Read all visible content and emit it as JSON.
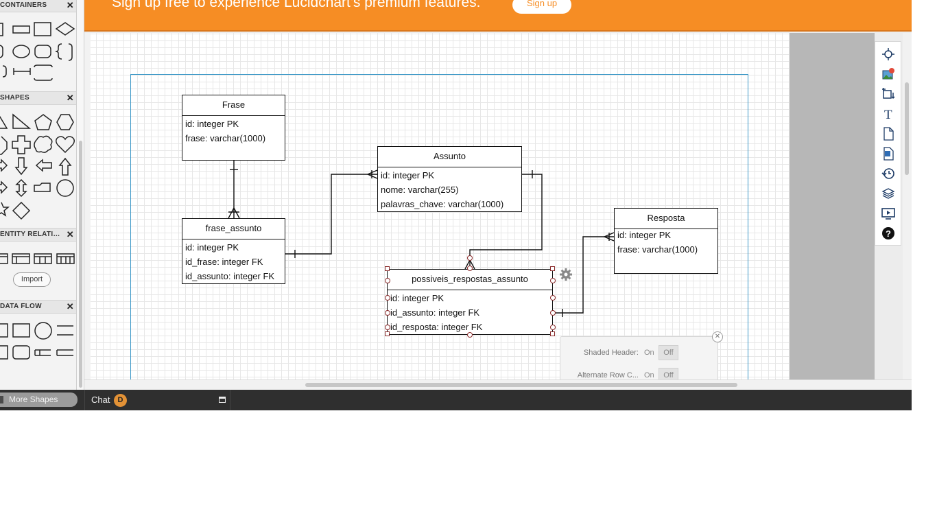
{
  "banner": {
    "text": "Sign up free to experience Lucidchart's premium features.",
    "button": "Sign up"
  },
  "sidebar": {
    "sections": [
      {
        "title": "CONTAINERS"
      },
      {
        "title": "SHAPES"
      },
      {
        "title": "ENTITY RELATIO..."
      },
      {
        "title": "DATA FLOW"
      }
    ],
    "import_label": "Import"
  },
  "diagram": {
    "tables": [
      {
        "name": "Frase",
        "rows": [
          "id: integer PK",
          "frase: varchar(1000)"
        ]
      },
      {
        "name": "frase_assunto",
        "rows": [
          "id: integer PK",
          "id_frase: integer FK",
          "id_assunto: integer FK"
        ]
      },
      {
        "name": "Assunto",
        "rows": [
          "id: integer PK",
          "nome: varchar(255)",
          "palavras_chave: varchar(1000)"
        ]
      },
      {
        "name": "possiveis_respostas_assunto",
        "rows": [
          "id: integer PK",
          "id_assunto: integer FK",
          "id_resposta: integer FK"
        ]
      },
      {
        "name": "Resposta",
        "rows": [
          "id: integer PK",
          "frase: varchar(1000)"
        ]
      }
    ]
  },
  "props_panel": {
    "rows": [
      {
        "label": "Shaded Header:",
        "on": "On",
        "off": "Off"
      },
      {
        "label": "Alternate Row C...",
        "on": "On",
        "off": "Off"
      }
    ]
  },
  "bottom_bar": {
    "more_shapes": "More Shapes",
    "chat": "Chat",
    "chat_badge": "D"
  },
  "colors": {
    "banner": "#f68d24",
    "page_border": "#3a97c7",
    "selection_handle": "#8a2a2a"
  }
}
